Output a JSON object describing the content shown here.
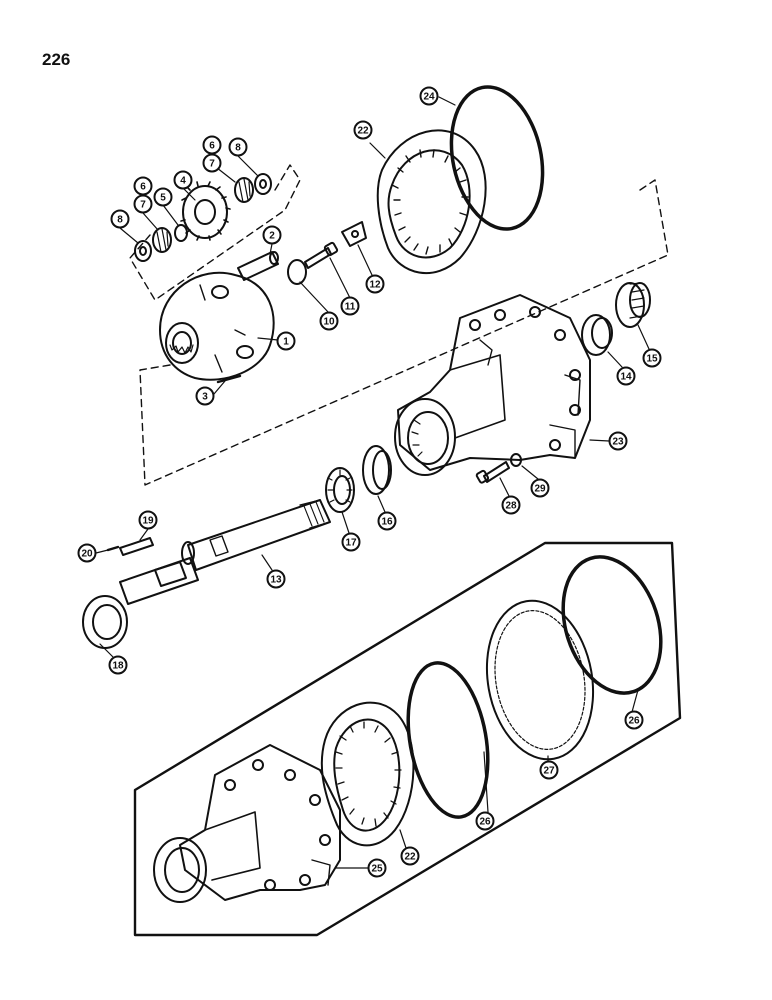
{
  "page": {
    "number": "226"
  },
  "colors": {
    "ink": "#111111",
    "paper": "#ffffff"
  },
  "diagram": {
    "callouts": [
      {
        "id": "c1",
        "label": "1"
      },
      {
        "id": "c2",
        "label": "2"
      },
      {
        "id": "c3",
        "label": "3"
      },
      {
        "id": "c4",
        "label": "4"
      },
      {
        "id": "c5",
        "label": "5"
      },
      {
        "id": "c6a",
        "label": "6"
      },
      {
        "id": "c7a",
        "label": "7"
      },
      {
        "id": "c6b",
        "label": "6"
      },
      {
        "id": "c7b",
        "label": "7"
      },
      {
        "id": "c8a",
        "label": "8"
      },
      {
        "id": "c8b",
        "label": "8"
      },
      {
        "id": "c10",
        "label": "10"
      },
      {
        "id": "c11",
        "label": "11"
      },
      {
        "id": "c12",
        "label": "12"
      },
      {
        "id": "c13",
        "label": "13"
      },
      {
        "id": "c14",
        "label": "14"
      },
      {
        "id": "c15",
        "label": "15"
      },
      {
        "id": "c16",
        "label": "16"
      },
      {
        "id": "c17",
        "label": "17"
      },
      {
        "id": "c18",
        "label": "18"
      },
      {
        "id": "c19",
        "label": "19"
      },
      {
        "id": "c20",
        "label": "20"
      },
      {
        "id": "c22a",
        "label": "22"
      },
      {
        "id": "c23",
        "label": "23"
      },
      {
        "id": "c24",
        "label": "24"
      },
      {
        "id": "c28",
        "label": "28"
      },
      {
        "id": "c29",
        "label": "29"
      },
      {
        "id": "c22b",
        "label": "22"
      },
      {
        "id": "c25",
        "label": "25"
      },
      {
        "id": "c26a",
        "label": "26"
      },
      {
        "id": "c26b",
        "label": "26"
      },
      {
        "id": "c27",
        "label": "27"
      }
    ]
  }
}
